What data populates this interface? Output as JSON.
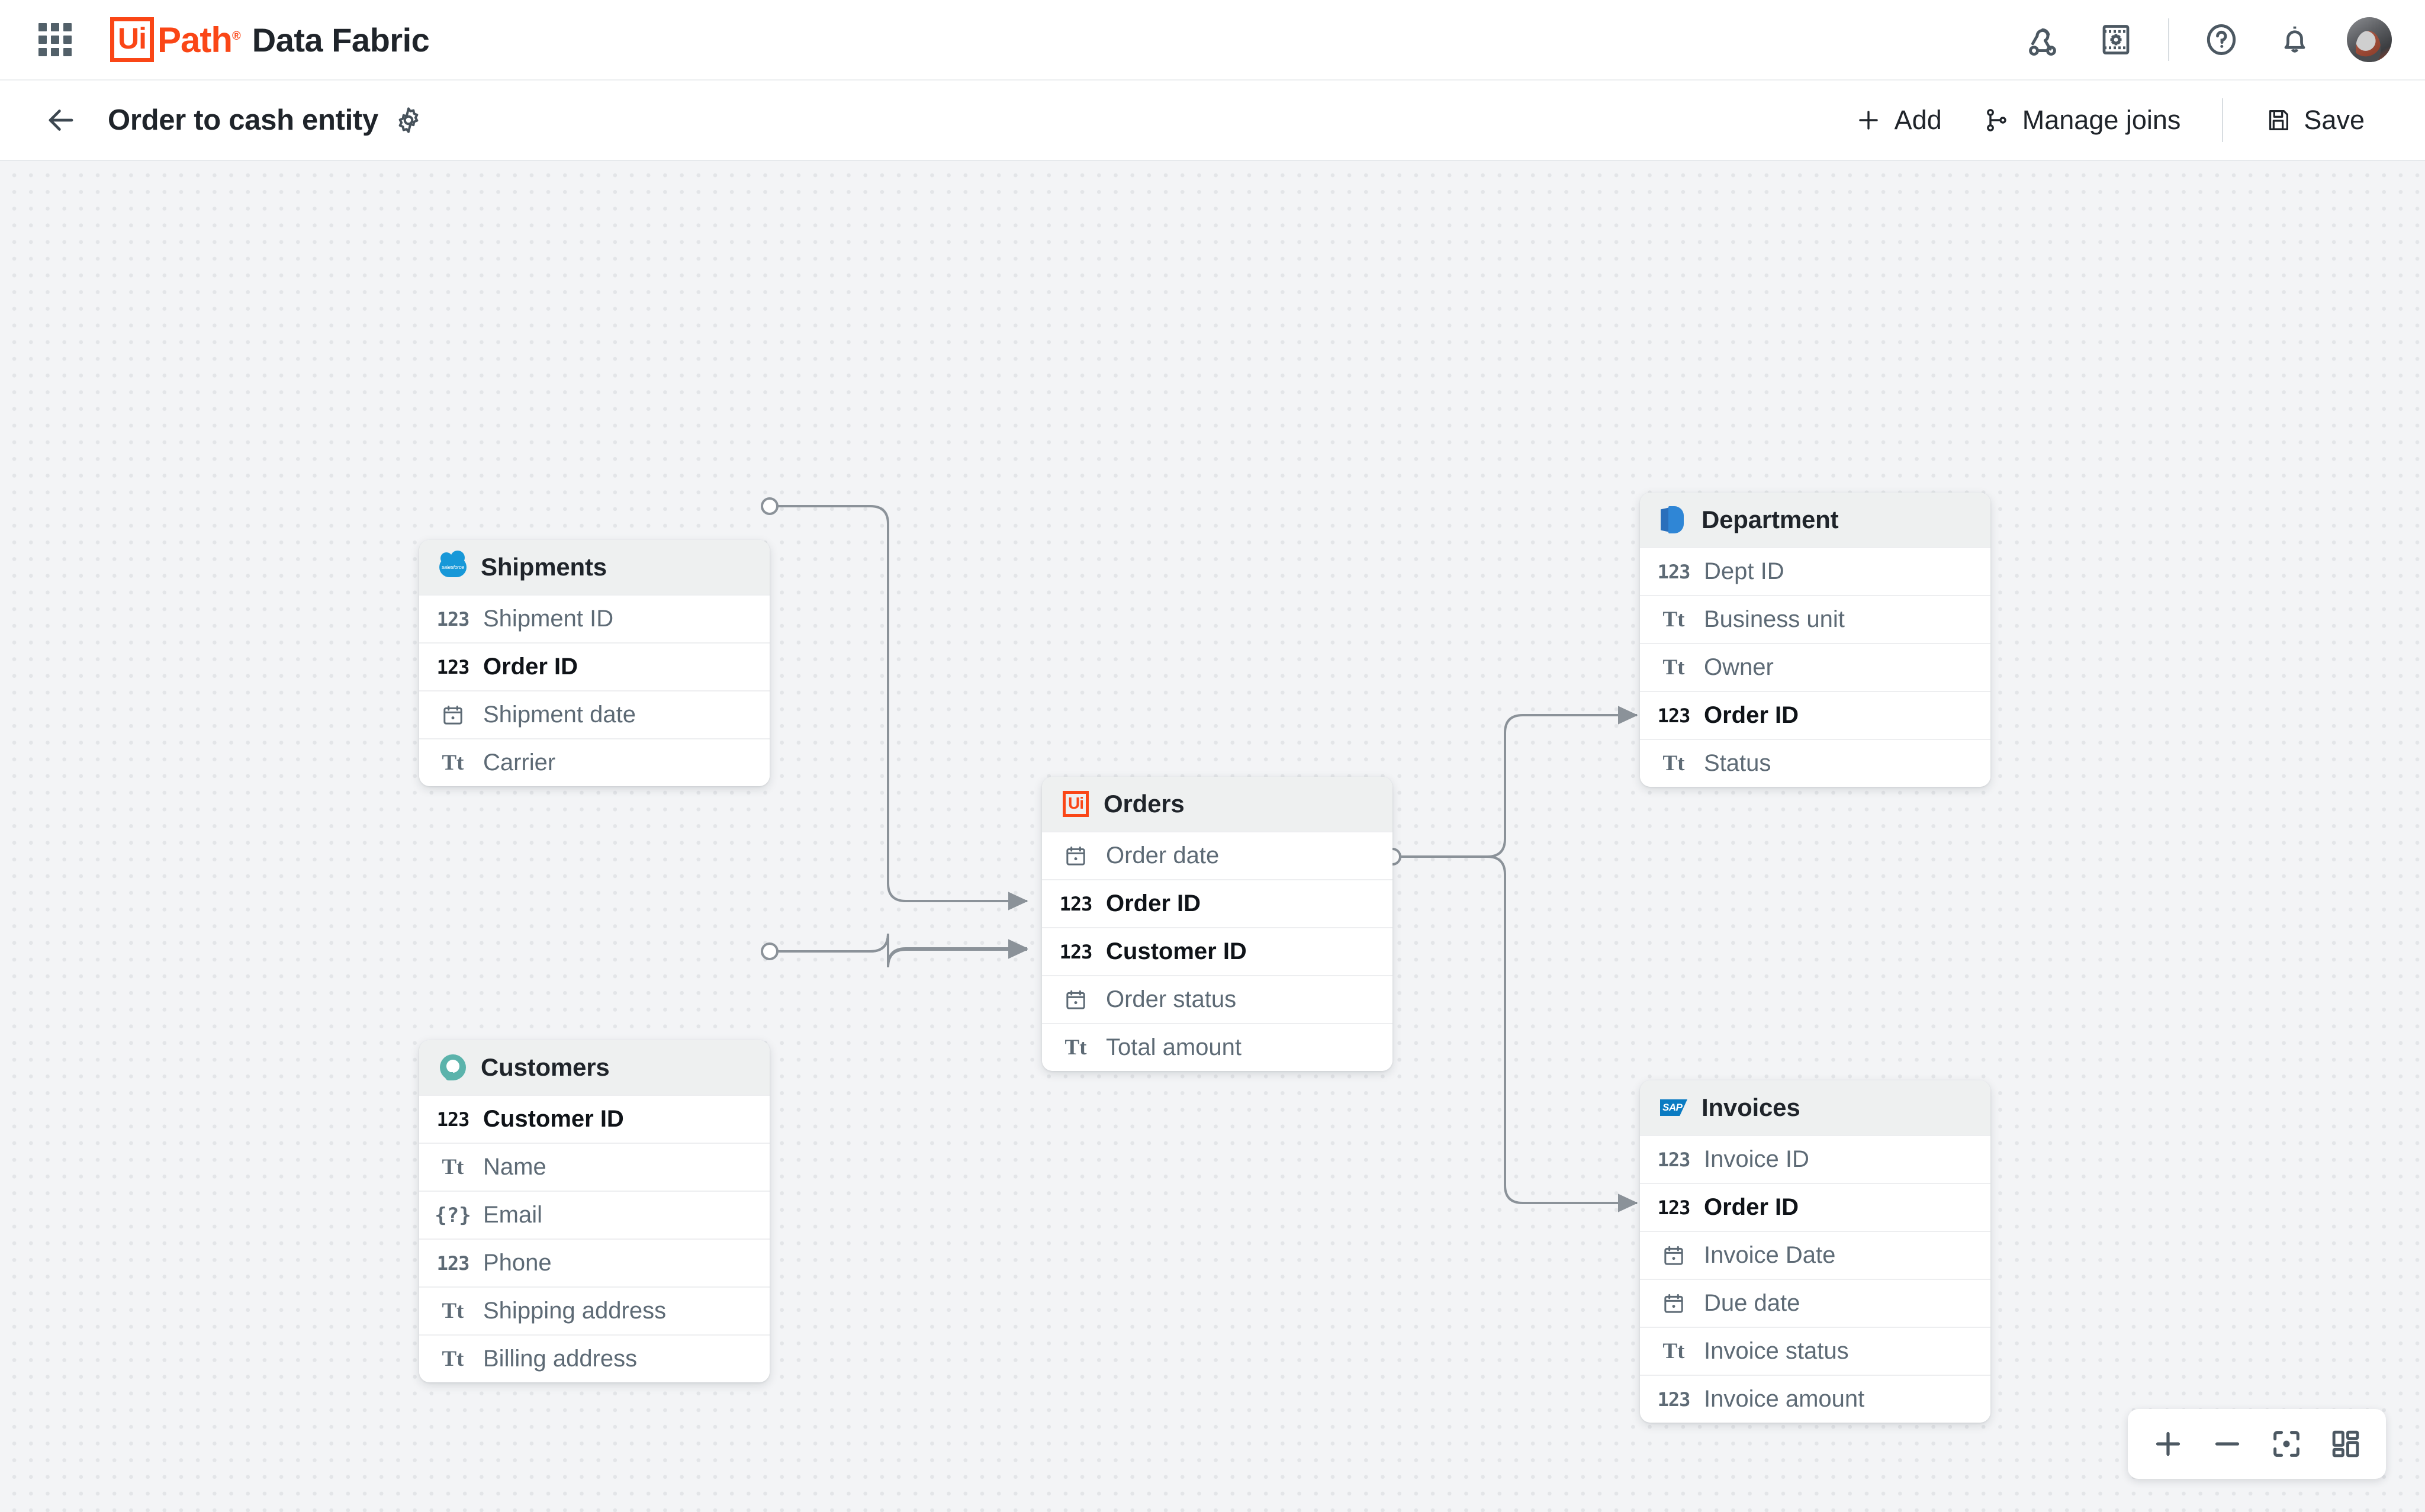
{
  "app": {
    "brand_ui": "Ui",
    "brand_path": "Path",
    "title": "Data Fabric"
  },
  "topbar": {
    "apps_icon": "apps-grid-icon",
    "webhook_icon": "webhook-icon",
    "automation_icon": "automation-settings-icon",
    "help_icon": "help-icon",
    "notifications_icon": "bell-icon",
    "avatar_icon": "user-avatar"
  },
  "subbar": {
    "back_icon": "back-arrow-icon",
    "page_title": "Order to cash entity",
    "settings_icon": "gear-icon",
    "add_label": "Add",
    "manage_joins_label": "Manage joins",
    "save_label": "Save"
  },
  "canvas": {
    "zoom_in_label": "+",
    "zoom_out_label": "−",
    "fit_icon": "fit-to-screen-icon",
    "layout_icon": "auto-layout-icon"
  },
  "entities": [
    {
      "id": "shipments",
      "name": "Shipments",
      "source": "salesforce",
      "fields": [
        {
          "label": "Shipment ID",
          "type": "number",
          "key": false
        },
        {
          "label": "Order ID",
          "type": "number",
          "key": true
        },
        {
          "label": "Shipment date",
          "type": "date",
          "key": false
        },
        {
          "label": "Carrier",
          "type": "text",
          "key": false
        }
      ]
    },
    {
      "id": "customers",
      "name": "Customers",
      "source": "customers-app",
      "fields": [
        {
          "label": "Customer ID",
          "type": "number",
          "key": true
        },
        {
          "label": "Name",
          "type": "text",
          "key": false
        },
        {
          "label": "Email",
          "type": "expression",
          "key": false
        },
        {
          "label": "Phone",
          "type": "number",
          "key": false
        },
        {
          "label": "Shipping address",
          "type": "text",
          "key": false
        },
        {
          "label": "Billing address",
          "type": "text",
          "key": false
        }
      ]
    },
    {
      "id": "orders",
      "name": "Orders",
      "source": "uipath",
      "fields": [
        {
          "label": "Order date",
          "type": "date",
          "key": false
        },
        {
          "label": "Order ID",
          "type": "number",
          "key": true
        },
        {
          "label": "Customer ID",
          "type": "number",
          "key": true
        },
        {
          "label": "Order status",
          "type": "date",
          "key": false
        },
        {
          "label": "Total amount",
          "type": "text",
          "key": false
        }
      ]
    },
    {
      "id": "department",
      "name": "Department",
      "source": "powerbi",
      "fields": [
        {
          "label": "Dept ID",
          "type": "number",
          "key": false
        },
        {
          "label": "Business unit",
          "type": "text",
          "key": false
        },
        {
          "label": "Owner",
          "type": "text",
          "key": false
        },
        {
          "label": "Order ID",
          "type": "number",
          "key": true
        },
        {
          "label": "Status",
          "type": "text",
          "key": false
        }
      ]
    },
    {
      "id": "invoices",
      "name": "Invoices",
      "source": "sap",
      "fields": [
        {
          "label": "Invoice ID",
          "type": "number",
          "key": false
        },
        {
          "label": "Order ID",
          "type": "number",
          "key": true
        },
        {
          "label": "Invoice Date",
          "type": "date",
          "key": false
        },
        {
          "label": "Due date",
          "type": "date",
          "key": false
        },
        {
          "label": "Invoice status",
          "type": "text",
          "key": false
        },
        {
          "label": "Invoice amount",
          "type": "number",
          "key": false
        }
      ]
    }
  ],
  "joins": [
    {
      "from": "shipments.Order ID",
      "to": "orders.Order ID"
    },
    {
      "from": "customers.Customer ID",
      "to": "orders.Customer ID"
    },
    {
      "from": "orders.Order date",
      "to": "department.Order ID"
    },
    {
      "from": "orders.Order date",
      "to": "invoices.Order ID"
    }
  ],
  "colors": {
    "accent": "#fa4616",
    "canvas": "#f3f4f6",
    "card_header": "#eef0f0",
    "edge": "#8b9299"
  }
}
